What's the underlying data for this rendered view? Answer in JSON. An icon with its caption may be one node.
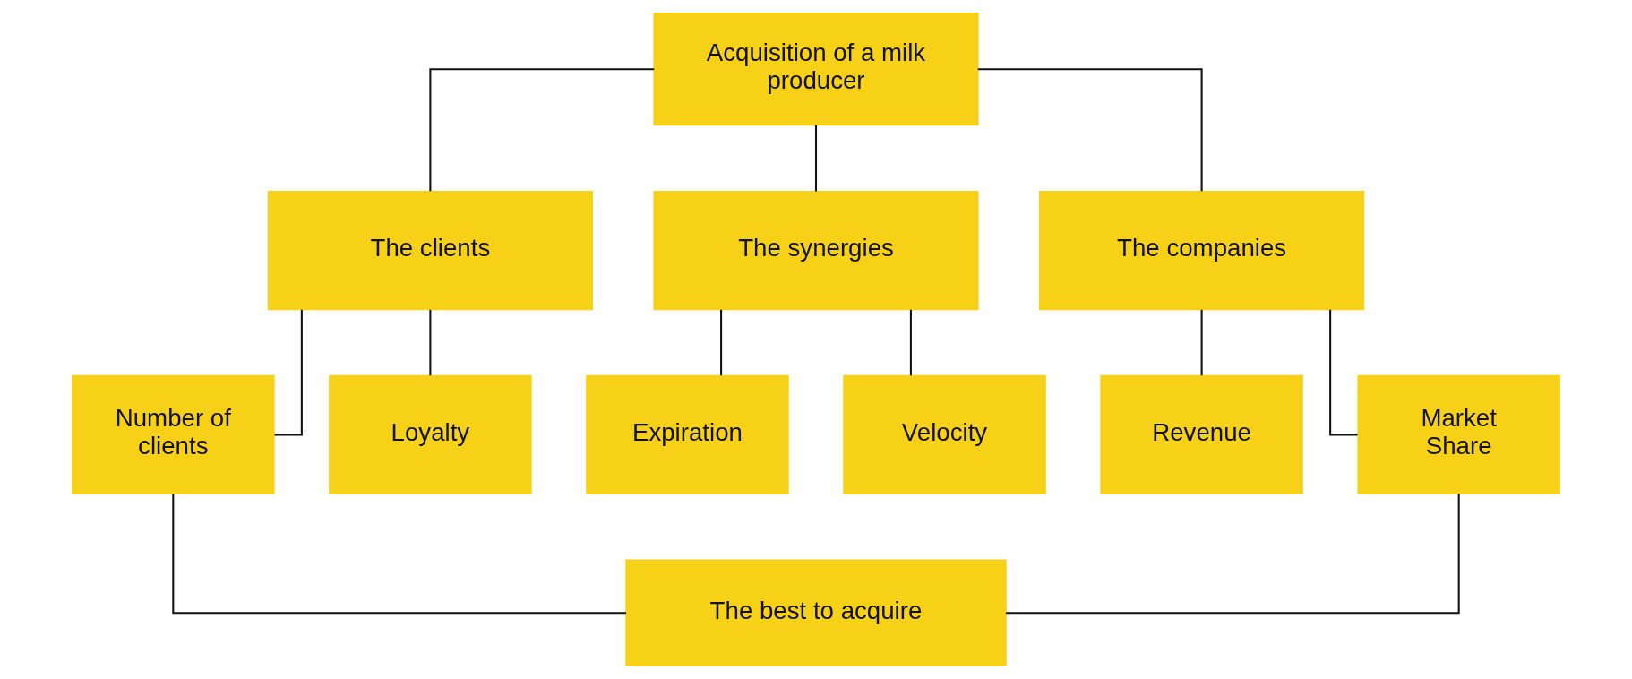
{
  "diagram": {
    "nodes": [
      {
        "text": [
          "Acquisition of a milk producer"
        ]
      },
      {
        "text": [
          "The clients"
        ]
      },
      {
        "text": [
          "The synergies"
        ]
      },
      {
        "text": [
          "The companies"
        ]
      },
      {
        "text": [
          "Number of clients"
        ]
      },
      {
        "text": [
          "Loyalty"
        ]
      },
      {
        "text": [
          "Expiration"
        ]
      },
      {
        "text": [
          "Velocity"
        ]
      },
      {
        "text": [
          "Revenue"
        ]
      },
      {
        "text": [
          "Market Share"
        ]
      },
      {
        "text": [
          "The best to acquire"
        ]
      }
    ],
    "edges": [
      {
        "from": 0,
        "to": 1,
        "arrow": "none"
      },
      {
        "from": 0,
        "to": 2,
        "arrow": "none"
      },
      {
        "from": 0,
        "to": 3,
        "arrow": "none"
      },
      {
        "from": 1,
        "to": 4,
        "arrow": "none"
      },
      {
        "from": 1,
        "to": 5,
        "arrow": "none"
      },
      {
        "from": 2,
        "to": 6,
        "arrow": "none"
      },
      {
        "from": 2,
        "to": 7,
        "arrow": "none"
      },
      {
        "from": 3,
        "to": 8,
        "arrow": "none"
      },
      {
        "from": 3,
        "to": 9,
        "arrow": "none"
      },
      {
        "from": 4,
        "to": 10,
        "arrow": "none"
      },
      {
        "from": 9,
        "to": 10,
        "arrow": "none"
      }
    ]
  }
}
